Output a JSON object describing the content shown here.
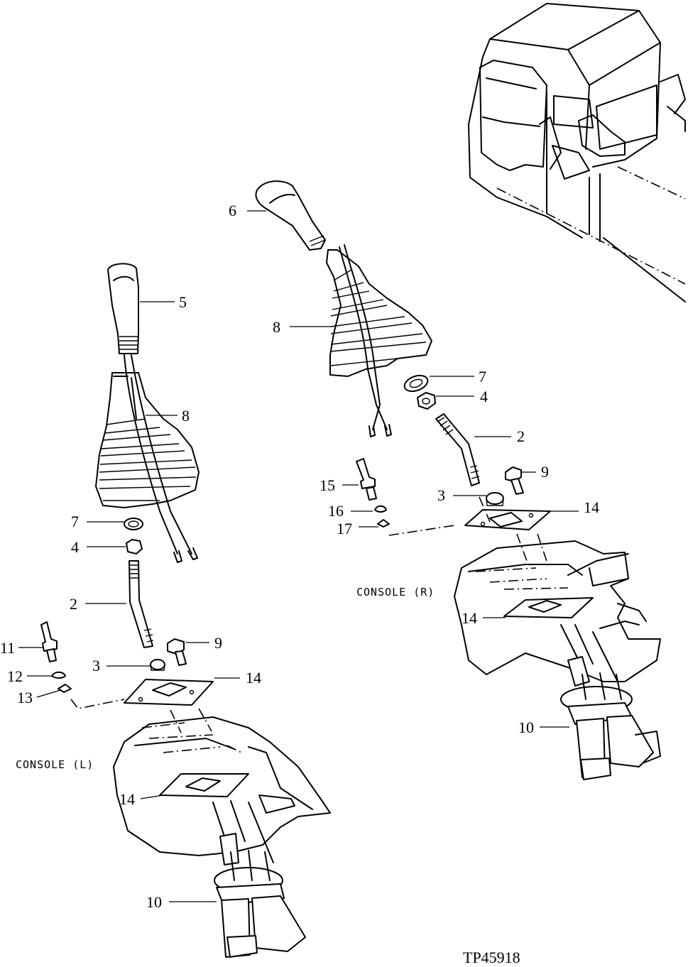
{
  "figure_id": "TP45918",
  "console_labels": {
    "left": "CONSOLE (L)",
    "right": "CONSOLE (R)"
  },
  "callouts": {
    "left_assembly": {
      "c5": "5",
      "c8": "8",
      "c7": "7",
      "c4": "4",
      "c2": "2",
      "c11": "11",
      "c12": "12",
      "c13": "13",
      "c3": "3",
      "c9": "9",
      "c14a": "14",
      "c14b": "14",
      "c10": "10"
    },
    "right_assembly": {
      "c6": "6",
      "c8": "8",
      "c7": "7",
      "c4": "4",
      "c2": "2",
      "c9": "9",
      "c15": "15",
      "c3": "3",
      "c14a": "14",
      "c16": "16",
      "c17": "17",
      "c14b": "14",
      "c10": "10"
    }
  }
}
